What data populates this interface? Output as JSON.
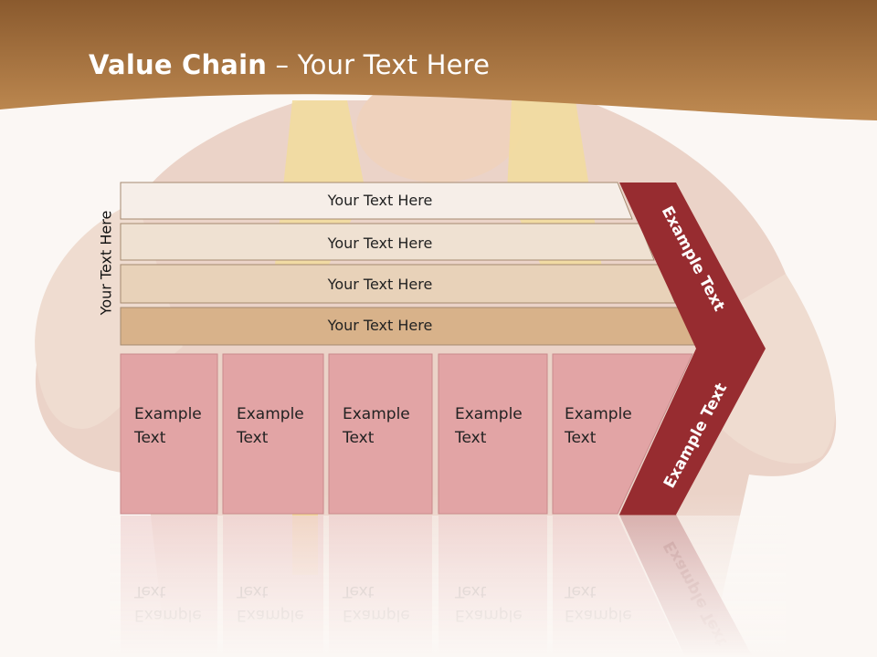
{
  "title": {
    "bold": "Value Chain",
    "rest": " – Your Text Here"
  },
  "side_label": "Your Text Here",
  "support_bars": [
    {
      "label": "Your Text Here",
      "fill": "#f6eee8"
    },
    {
      "label": "Your Text Here",
      "fill": "#efe1d2"
    },
    {
      "label": "Your Text Here",
      "fill": "#e8d2b9"
    },
    {
      "label": "Your Text Here",
      "fill": "#d8b28a"
    }
  ],
  "primary_boxes": [
    {
      "line1": "Example",
      "line2": "Text"
    },
    {
      "line1": "Example",
      "line2": "Text"
    },
    {
      "line1": "Example",
      "line2": "Text"
    },
    {
      "line1": "Example",
      "line2": "Text"
    },
    {
      "line1": "Example",
      "line2": "Text"
    }
  ],
  "arrow": {
    "upper_label": "Example Text",
    "lower_label": "Example Text",
    "color": "#972c30"
  },
  "colors": {
    "header": "#a8703a",
    "box_fill": "#e2a4a5",
    "box_border": "#c98a8c"
  }
}
